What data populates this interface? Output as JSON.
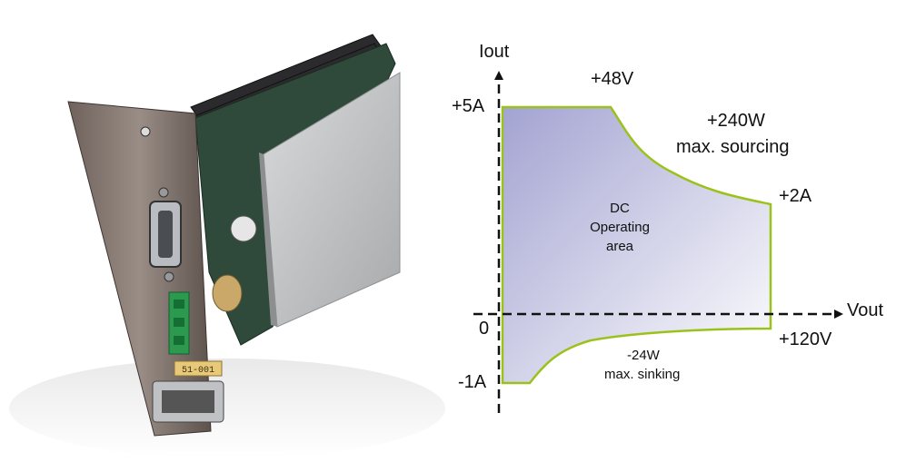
{
  "photo": {
    "subject": "power-supply-module-icon",
    "module_label": "51-001"
  },
  "diagram": {
    "y_axis_label": "Iout",
    "x_axis_label": "Vout",
    "origin_label": "0",
    "i_max_label": "+5A",
    "i_min_label": "-1A",
    "v_knee_label": "+48V",
    "i_end_label": "+2A",
    "v_max_label": "+120V",
    "source_power": "+240W",
    "source_note": "max. sourcing",
    "sink_power": "-24W",
    "sink_note": "max. sinking",
    "area_line1": "DC",
    "area_line2": "Operating",
    "area_line3": "area",
    "colors": {
      "fill_start": "#a3a3d2",
      "fill_end": "#ffffff",
      "border": "#9bc21a",
      "axis": "#111111"
    }
  }
}
